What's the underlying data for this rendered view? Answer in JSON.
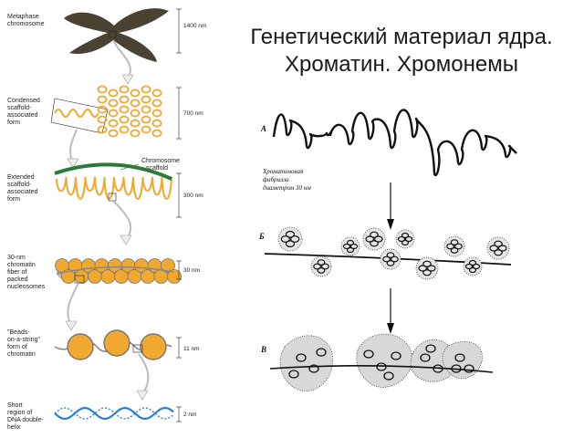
{
  "title": {
    "line1": "Генетический материал ядра.",
    "line2": "Хроматин. Хромонемы"
  },
  "left_panel": {
    "stages": [
      {
        "label_lines": [
          "Metaphase",
          "chromosome"
        ],
        "size": "1400 nm"
      },
      {
        "label_lines": [
          "Condensed",
          "scaffold-",
          "associated",
          "form"
        ],
        "size": "700 nm"
      },
      {
        "label_lines": [
          "Extended",
          "scaffold-",
          "associated",
          "form"
        ],
        "size": "300 nm",
        "callout_lines": [
          "Chromosome",
          "scaffold"
        ]
      },
      {
        "label_lines": [
          "30-nm",
          "chromatin",
          "fiber of",
          "packed",
          "nucleosomes"
        ],
        "size": "30 nm"
      },
      {
        "label_lines": [
          "\"Beads-",
          "on-a-string\"",
          "form of",
          "chromatin"
        ],
        "size": "11 nm"
      },
      {
        "label_lines": [
          "Short",
          "region of",
          "DNA double-",
          "helix"
        ],
        "size": "2 nm"
      }
    ]
  },
  "right_panel": {
    "letters": [
      "А",
      "Б",
      "В"
    ],
    "fiber_caption_lines": [
      "Хроматиновая",
      "фибрилла",
      "диаметром 30 нм"
    ]
  },
  "colors": {
    "chromosome": "#4a4233",
    "fiber": "#f0a830",
    "scaffold": "#2a7a3a",
    "helix": "#2b7fd0",
    "ink": "#111111"
  }
}
